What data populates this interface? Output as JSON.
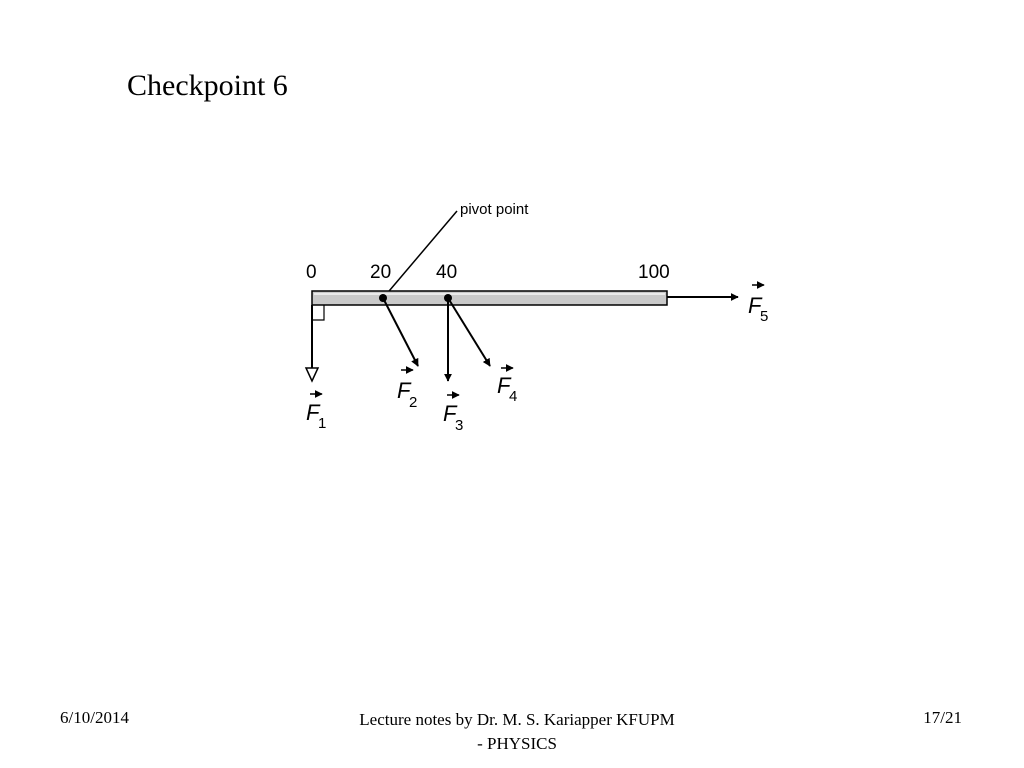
{
  "slide": {
    "title": "Checkpoint 6"
  },
  "diagram": {
    "pivot_label": "pivot point",
    "rod_marks": [
      "0",
      "20",
      "40",
      "100"
    ],
    "forces": [
      {
        "letter": "F",
        "subscript": "1"
      },
      {
        "letter": "F",
        "subscript": "2"
      },
      {
        "letter": "F",
        "subscript": "3"
      },
      {
        "letter": "F",
        "subscript": "4"
      },
      {
        "letter": "F",
        "subscript": "5"
      }
    ],
    "colors": {
      "rod_fill": "#c9c9c9",
      "ink": "#000000"
    }
  },
  "footer": {
    "date": "6/10/2014",
    "notes_line1": "Lecture notes by Dr. M. S. Kariapper  KFUPM",
    "notes_line2": "- PHYSICS",
    "page": "17/21"
  }
}
